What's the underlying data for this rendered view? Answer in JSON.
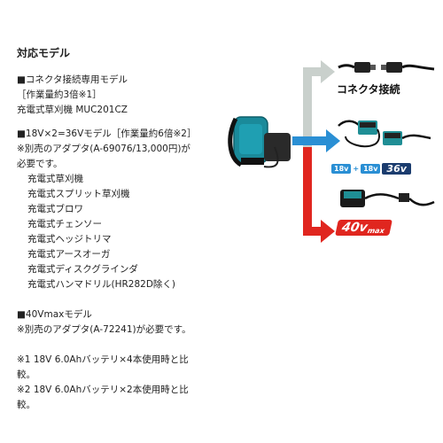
{
  "title": "対応モデル",
  "connector": {
    "heading": "■コネクタ接続専用モデル",
    "work": "［作業量約3倍※1］",
    "model": "充電式草刈機 MUC201CZ"
  },
  "dual": {
    "heading": "■18V×2=36Vモデル［作業量約6倍※2］",
    "note1": "※別売のアダプタ(A-69076/13,000円)が",
    "note2": "必要です。",
    "items": [
      "充電式草刈機",
      "充電式スプリット草刈機",
      "充電式ブロワ",
      "充電式チェンソー",
      "充電式ヘッジトリマ",
      "充電式アースオーガ",
      "充電式ディスクグラインダ",
      "充電式ハンマドリル(HR282D除く)"
    ]
  },
  "max40": {
    "heading": "■40Vmaxモデル",
    "note": "※別売のアダプタ(A-72241)が必要です。"
  },
  "footnotes": {
    "f1a": "※1 18V 6.0Ahバッテリ×4本使用時と比",
    "f1b": "較。",
    "f2a": "※2 18V 6.0Ahバッテリ×2本使用時と比",
    "f2b": "較。"
  },
  "diagram": {
    "connector_label": "コネクタ接続",
    "badge_18": "18v",
    "badge_18b": "18v",
    "badge_36": "36v",
    "badge_40": "40v",
    "badge_max": "max",
    "colors": {
      "gray_arrow": "#c9d0cc",
      "blue_arrow": "#2a8fd4",
      "red_arrow": "#e0261f",
      "teal": "#1a8a9a"
    }
  }
}
